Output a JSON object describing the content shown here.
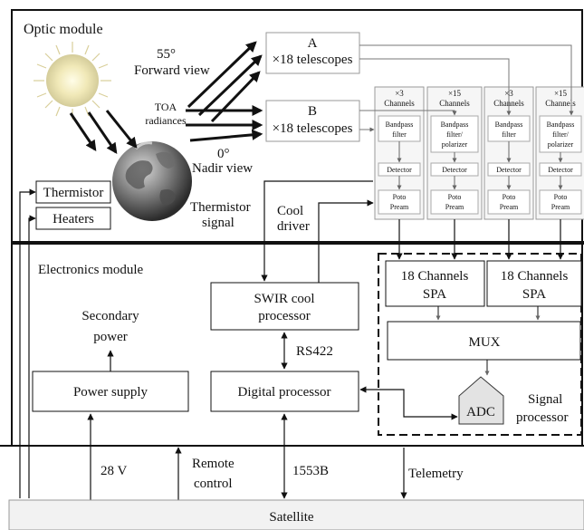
{
  "optic_module": {
    "label": "Optic module",
    "forward_view": {
      "angle": "55°",
      "label": "Forward  view"
    },
    "nadir_view": {
      "angle": "0°",
      "label": "Nadir view"
    },
    "toa": [
      "TOA",
      "radiances"
    ],
    "telescope_a": {
      "letter": "A",
      "count": "×18 telescopes"
    },
    "telescope_b": {
      "letter": "B",
      "count": "×18 telescopes"
    },
    "thermistor_label": "Thermistor",
    "heaters_label": "Heaters",
    "thermistor_signal": [
      "Thermistor",
      "signal"
    ],
    "cool_driver": [
      "Cool",
      "driver"
    ],
    "channel_columns": [
      {
        "header": [
          "×3",
          "Channels"
        ],
        "filter": [
          "Bandpass",
          "filter"
        ],
        "detector": "Detector",
        "preamp": [
          "Poto",
          "Pream"
        ]
      },
      {
        "header": [
          "×15",
          "Channels"
        ],
        "filter": [
          "Bandpass",
          "filter/",
          "polarizer"
        ],
        "detector": "Detector",
        "preamp": [
          "Poto",
          "Pream"
        ]
      },
      {
        "header": [
          "×3",
          "Channels"
        ],
        "filter": [
          "Bandpass",
          "filter"
        ],
        "detector": "Detector",
        "preamp": [
          "Poto",
          "Pream"
        ]
      },
      {
        "header": [
          "×15",
          "Channels"
        ],
        "filter": [
          "Bandpass",
          "filter/",
          "polarizer"
        ],
        "detector": "Detector",
        "preamp": [
          "Poto",
          "Pream"
        ]
      }
    ]
  },
  "electronics_module": {
    "label": "Electronics module",
    "secondary_power": [
      "Secondary",
      "power"
    ],
    "power_supply": "Power supply",
    "swir_cool_processor": [
      "SWIR cool",
      "processor"
    ],
    "rs422": "RS422",
    "digital_processor": "Digital processor",
    "spa_left": [
      "18 Channels",
      "SPA"
    ],
    "spa_right": [
      "18 Channels",
      "SPA"
    ],
    "mux": "MUX",
    "adc": "ADC",
    "signal_processor": [
      "Signal",
      "processor"
    ]
  },
  "bus": {
    "v28": "28 V",
    "remote_control": [
      "Remote",
      "control"
    ],
    "b1553": "1553B",
    "telemetry": "Telemetry",
    "satellite": "Satellite"
  }
}
